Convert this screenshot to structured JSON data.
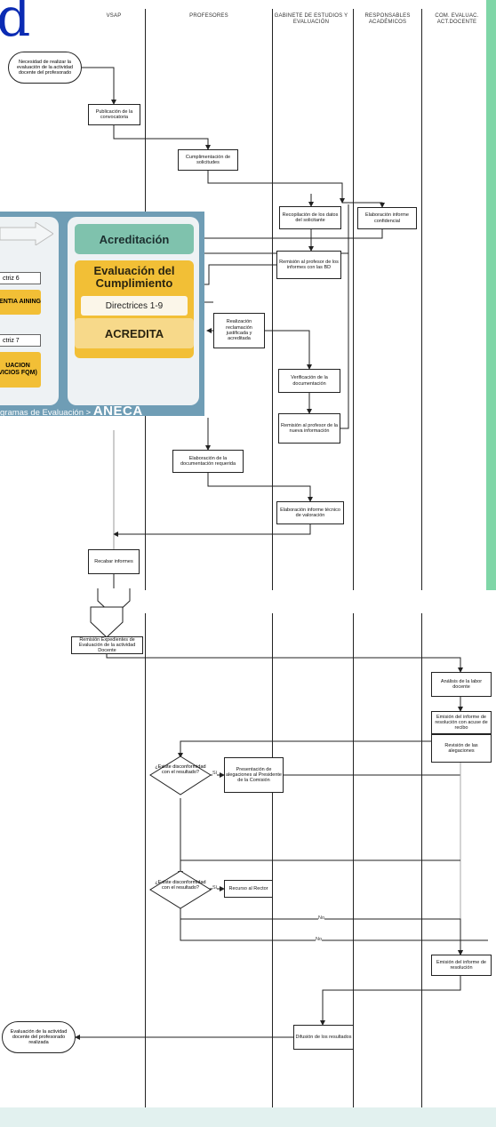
{
  "title_glyph": "d",
  "lanes_top": [
    "VSAP",
    "PROFESORES",
    "GABINETE DE ESTUDIOS Y EVALUACIÓN",
    "RESPONSABLES ACADÉMICOS",
    "COM. EVALUAC. ACT.DOCENTE"
  ],
  "top_boxes": {
    "necesidad": "Necesidad de realizar la evaluación de la actividad docente del profesorado",
    "publicacion": "Publicación de la convocatoria",
    "cumplimentacion": "Cumplimentación de solicitudes",
    "recopilacion": "Recopilación de los datos del solicitante",
    "informe_confidencial": "Elaboración informe confidencial",
    "remision_profesor": "Remisión al profesor de los informes con las BD",
    "reclamacion": "Realización reclamación justificada y acreditada",
    "verificacion": "Verificación de la documentación",
    "remision_nueva": "Remisión al profesor de la nueva información",
    "doc_requerida": "Elaboración de la documentación requerida",
    "informe_tecnico": "Elaboración informe técnico de valoración",
    "recabar": "Recabar informes"
  },
  "aneca": {
    "acreditacion": "Acreditación",
    "cumplimiento": "Evaluación del Cumplimiento",
    "directrices": "Directrices 1-9",
    "acredita": "ACREDITA",
    "trizes6": "ctriz 6",
    "centia": "CENTIA AINING",
    "trizes7": "ctriz 7",
    "uacion": "UACION VICIOS FQM)",
    "footer": "gramas de Evaluación > ",
    "footer_brand": "ANECA"
  },
  "bottom_boxes": {
    "remision_exp": "Remisión Expedientes de Evaluación de la actividad Docente",
    "analisis": "Análisis de la labor docente",
    "emision_informe": "Emisión del informe de resolución con acuse de recibo",
    "disconf1": "¿Existe disconformidad con el resultado?",
    "si1": "Sí",
    "presentacion": "Presentación de alegaciones al Presidente de la Comisión",
    "revision": "Revisión de las alegaciones",
    "no1": "No",
    "disconf2": "¿Existe disconformidad con el resultado?",
    "si2": "Sí",
    "recurso": "Recurso al Rector",
    "no2": "No",
    "emision_resolucion": "Emisión del informe de resolución",
    "difusion": "Difusión de los resultados",
    "evaluacion_final": "Evaluación de la actividad docente del profesorado realizada"
  },
  "colors": {
    "title": "#0b2bb3",
    "green_bar": "#7fd6a7",
    "aneca_bg": "#6f9db5",
    "aneca_teal": "#7fc2ad",
    "aneca_yellow": "#f2bf36"
  }
}
